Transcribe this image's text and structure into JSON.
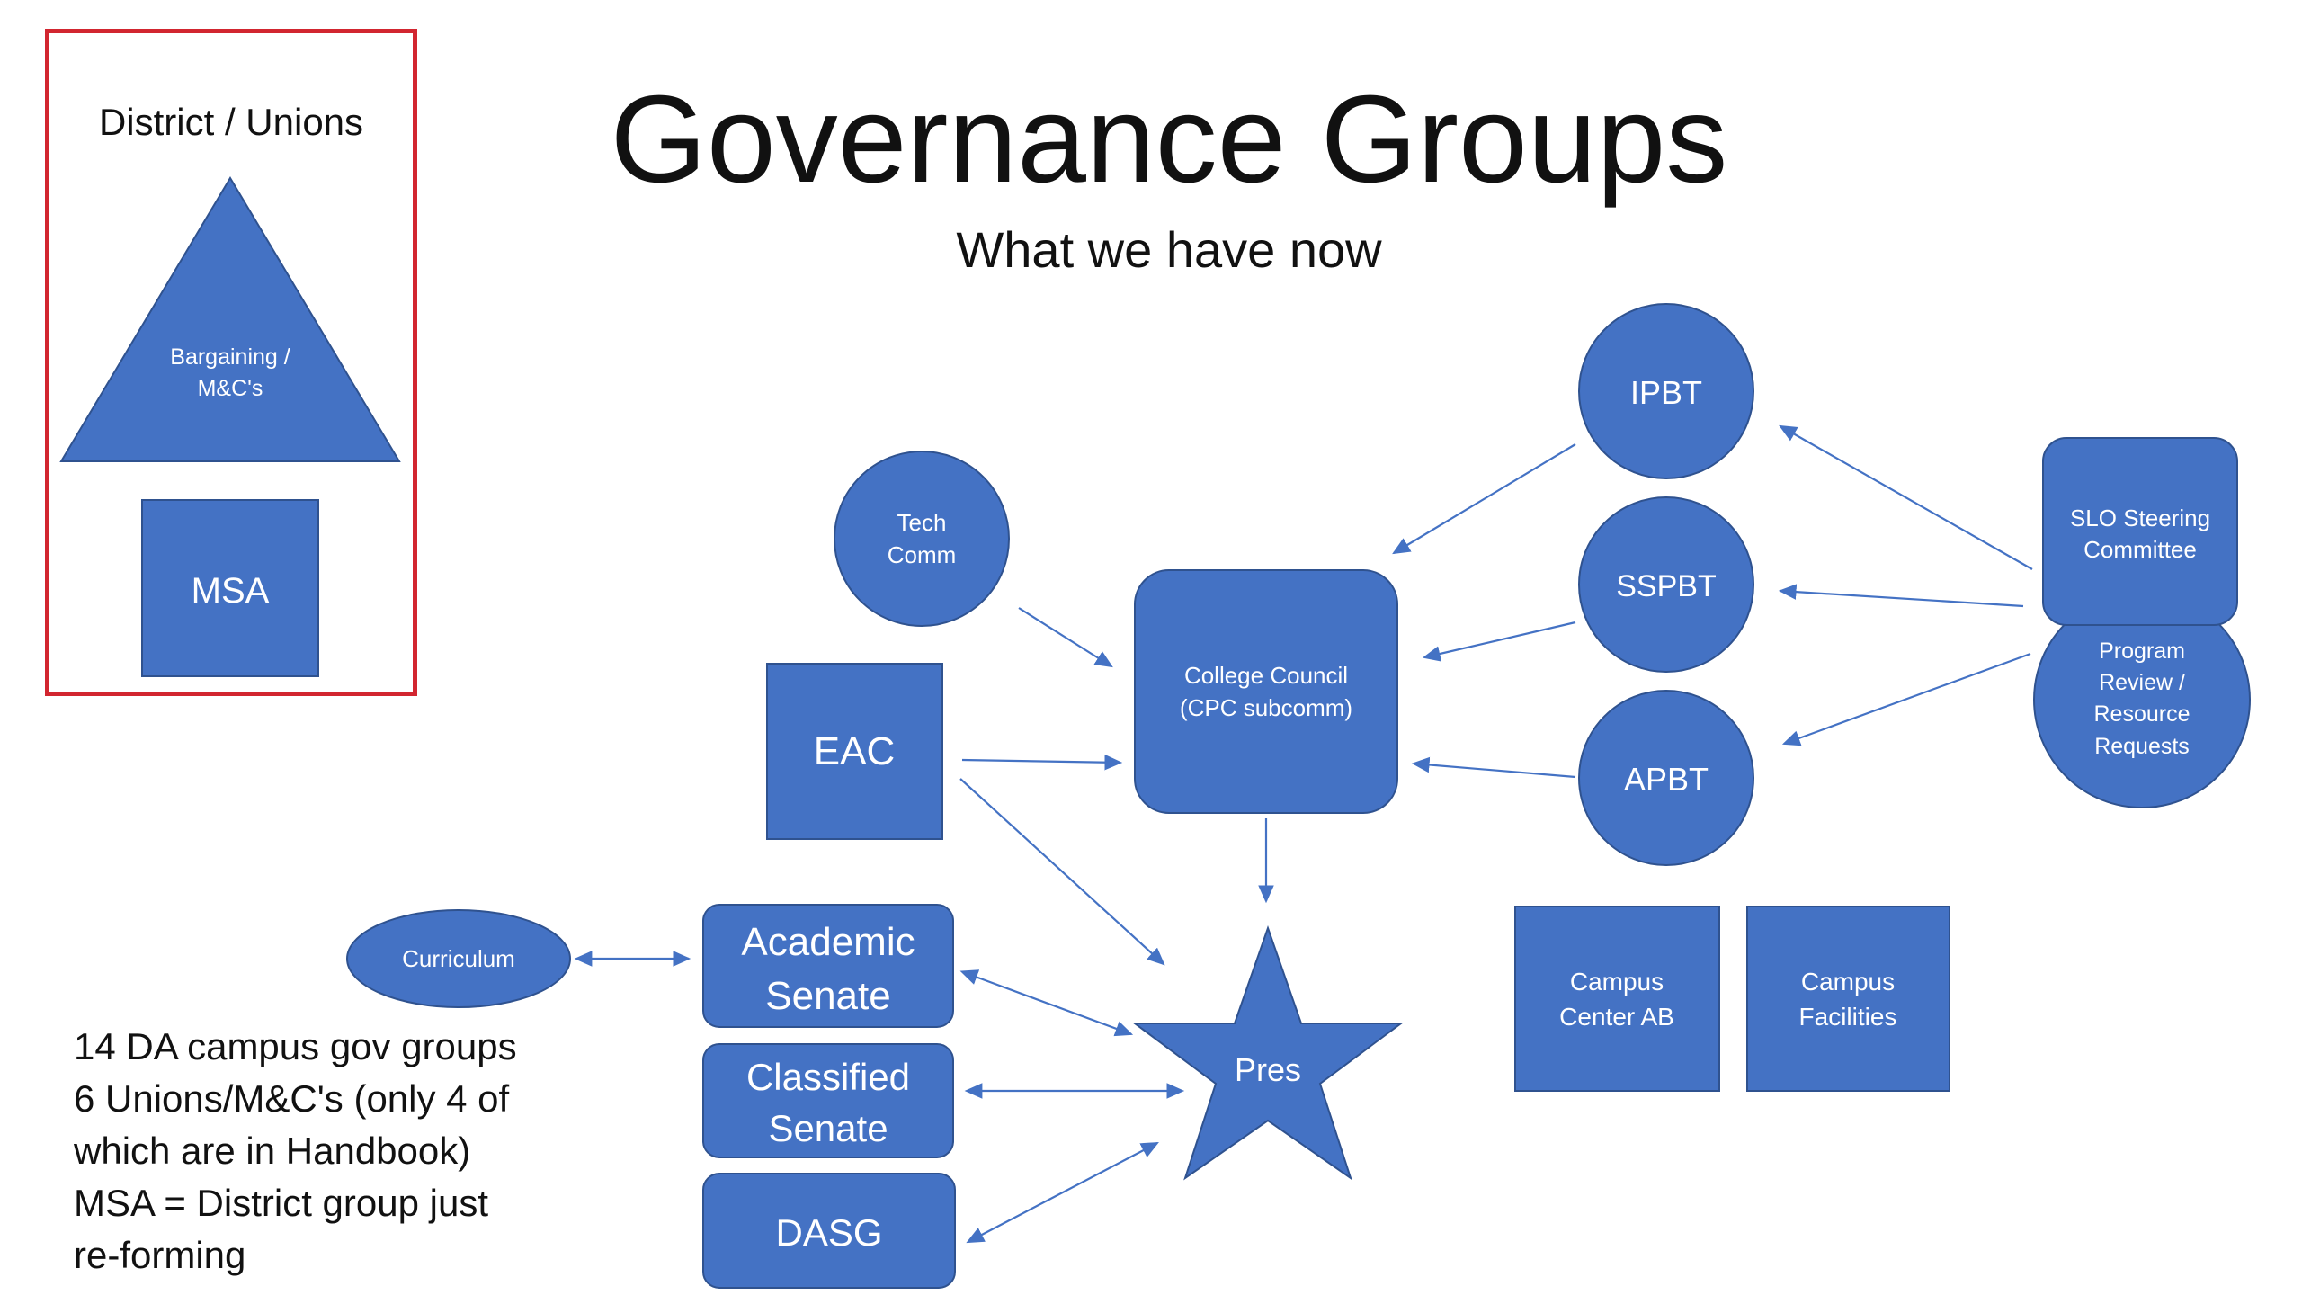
{
  "slide": {
    "title": "Governance Groups",
    "subtitle": "What we have now",
    "legend": {
      "title": "District / Unions",
      "triangle_label_line1": "Bargaining /",
      "triangle_label_line2": "M&C's",
      "square_label": "MSA"
    },
    "notes": [
      "14 DA campus gov groups",
      "6 Unions/M&C's (only 4 of",
      "which are in Handbook)",
      "MSA = District group just",
      "re-forming"
    ]
  },
  "nodes": {
    "ipbt": "IPBT",
    "sspbt": "SSPBT",
    "apbt": "APBT",
    "tech_comm_line1": "Tech",
    "tech_comm_line2": "Comm",
    "college_council_line1": "College Council",
    "college_council_line2": "(CPC subcomm)",
    "eac": "EAC",
    "curriculum": "Curriculum",
    "academic_senate_line1": "Academic",
    "academic_senate_line2": "Senate",
    "classified_senate_line1": "Classified",
    "classified_senate_line2": "Senate",
    "dasg": "DASG",
    "pres": "Pres",
    "slo_line1": "SLO Steering",
    "slo_line2": "Committee",
    "program_review_line1": "Program",
    "program_review_line2": "Review /",
    "program_review_line3": "Resource",
    "program_review_line4": "Requests",
    "campus_center_line1": "Campus",
    "campus_center_line2": "Center AB",
    "campus_facilities_line1": "Campus",
    "campus_facilities_line2": "Facilities"
  },
  "colors": {
    "shape_fill": "#4472c4",
    "shape_stroke": "#2f528f",
    "arrow": "#4472c4",
    "legend_border": "#d22630",
    "text_on_shape": "#ffffff"
  }
}
